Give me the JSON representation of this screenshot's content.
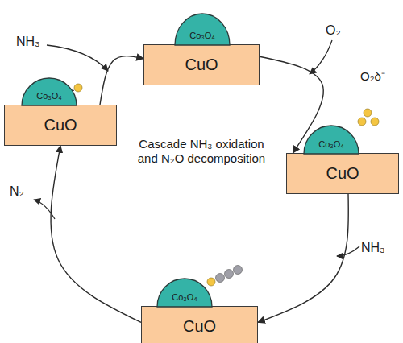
{
  "diagram": {
    "nodes": [
      {
        "text": [
          "CuO"
        ]
      },
      {
        "text": [
          "Co₃O₄"
        ],
        "in": 0
      },
      {
        "text": [
          "CuO"
        ]
      },
      {
        "text": [
          "Co₃O₄"
        ],
        "in": 2
      },
      {
        "text": [
          "CuO"
        ]
      },
      {
        "text": [
          "Co₃O₄"
        ],
        "in": 4
      },
      {
        "text": [
          "CuO"
        ]
      },
      {
        "text": [
          "Co₃O₄"
        ],
        "in": 6
      }
    ],
    "edges": [
      {
        "from": 0,
        "to": 4,
        "arrow": "to",
        "label": "O₂"
      },
      {
        "from": 4,
        "to": 6,
        "arrow": "to",
        "label": "NH₃"
      },
      {
        "from": 6,
        "to": 2,
        "arrow": "to",
        "label": "N₂"
      },
      {
        "from": 2,
        "to": 0,
        "arrow": "to",
        "label": "NH₃"
      }
    ],
    "labels": [
      "O₂δ⁻",
      "Cascade NH₃ oxidation and N₂O decomposition"
    ]
  }
}
